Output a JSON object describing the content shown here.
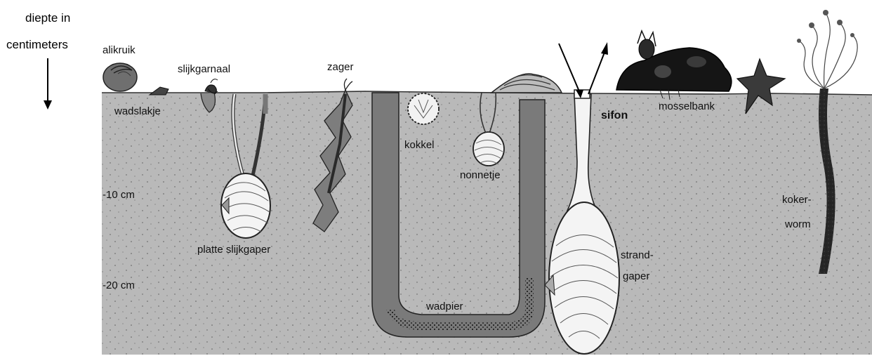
{
  "axis": {
    "title_line1": "diepte in",
    "title_line2": "centimeters",
    "tick_10": "-10 cm",
    "tick_20": "-20 cm"
  },
  "labels": {
    "alikruik": "alikruik",
    "wadslakje": "wadslakje",
    "slijkgarnaal": "slijkgarnaal",
    "platte_slijkgaper": "platte slijkgaper",
    "zager": "zager",
    "kokkel": "kokkel",
    "nonnetje": "nonnetje",
    "wadpier": "wadpier",
    "sifon": "sifon",
    "strandgaper_1": "strand-",
    "strandgaper_2": "gaper",
    "mosselbank": "mosselbank",
    "kokerworm_1": "koker-",
    "kokerworm_2": "worm"
  },
  "colors": {
    "sediment": "#b9b9b9",
    "burrow": "#7a7a7a",
    "dark": "#1c1c1c",
    "shell": "#f4f4f4"
  }
}
